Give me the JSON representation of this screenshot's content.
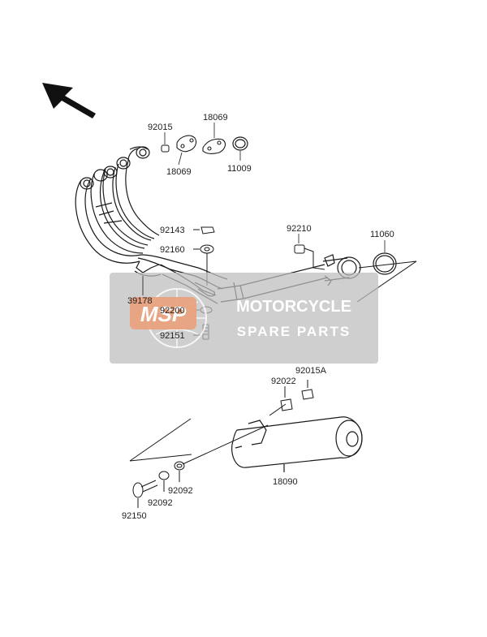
{
  "diagram": {
    "colors": {
      "line": "#1a1a1a",
      "label": "#222222",
      "background": "#ffffff"
    },
    "direction_arrow": {
      "icon": "arrow-up-left-icon"
    },
    "labels": {
      "p92015": "92015",
      "p18069a": "18069",
      "p18069b": "18069",
      "p11009": "11009",
      "p92143": "92143",
      "p92160": "92160",
      "p92210": "92210",
      "p11060": "11060",
      "p39178": "39178",
      "p92200": "92200",
      "p92151": "92151",
      "p92015A": "92015A",
      "p92022": "92022",
      "p18090": "18090",
      "p92092a": "92092",
      "p92092b": "92092",
      "p92150": "92150"
    }
  },
  "watermark": {
    "logo_text": "MSP",
    "line1": "MOTORCYCLE",
    "line2": "SPARE PARTS",
    "colors": {
      "band": "#bdbdbd",
      "logo": "#e9a07a",
      "text": "#ffffff"
    }
  }
}
